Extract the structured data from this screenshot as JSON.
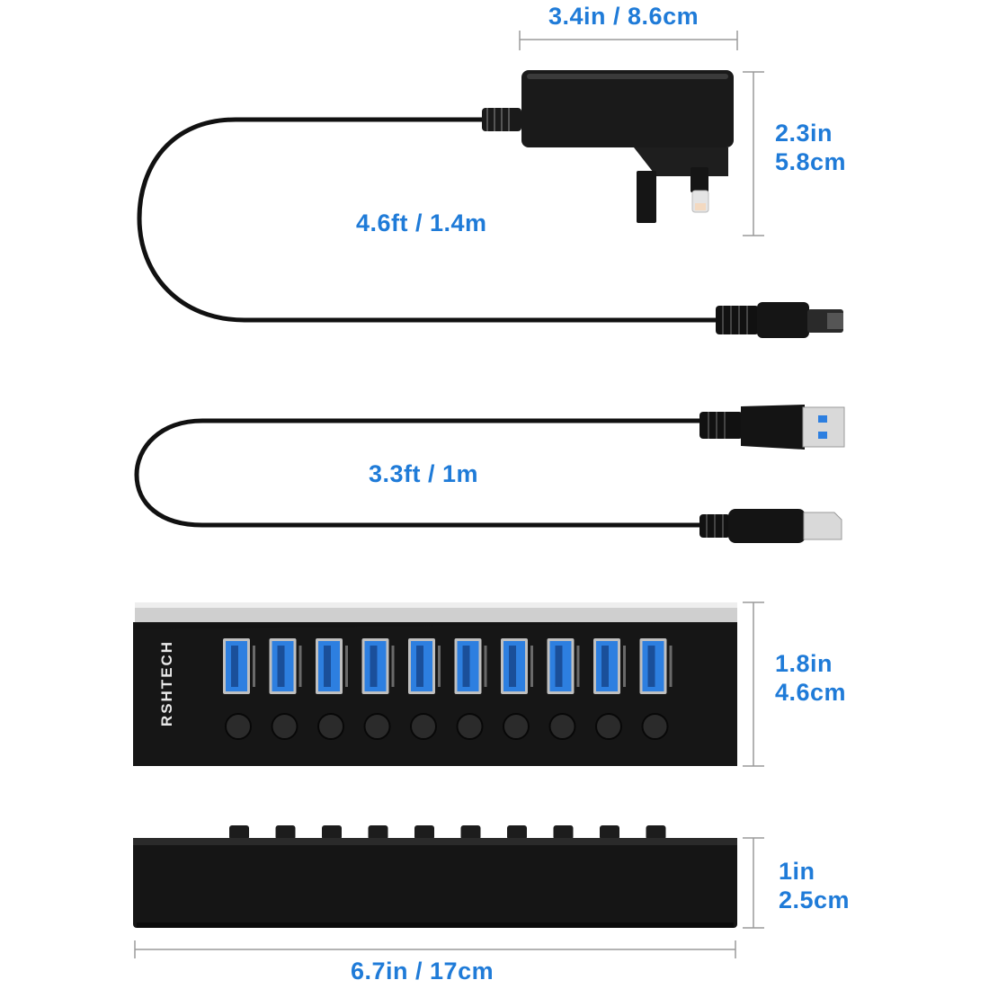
{
  "dimensions": {
    "adapter_width": "3.4in / 8.6cm",
    "adapter_height_in": "2.3in",
    "adapter_height_cm": "5.8cm",
    "power_cable_length": "4.6ft / 1.4m",
    "usb_cable_length": "3.3ft / 1m",
    "hub_height_in": "1.8in",
    "hub_height_cm": "4.6cm",
    "hub_depth_in": "1in",
    "hub_depth_cm": "2.5cm",
    "hub_length": "6.7in / 17cm"
  },
  "hub": {
    "brand": "RSHTECH",
    "port_count": 10,
    "switch_count": 10
  },
  "colors": {
    "label": "#1f7bd8",
    "dimension_line": "#9a9a9a",
    "cable": "#111111",
    "hub_body": "#141414",
    "usb_port": "#2d7fe0"
  }
}
